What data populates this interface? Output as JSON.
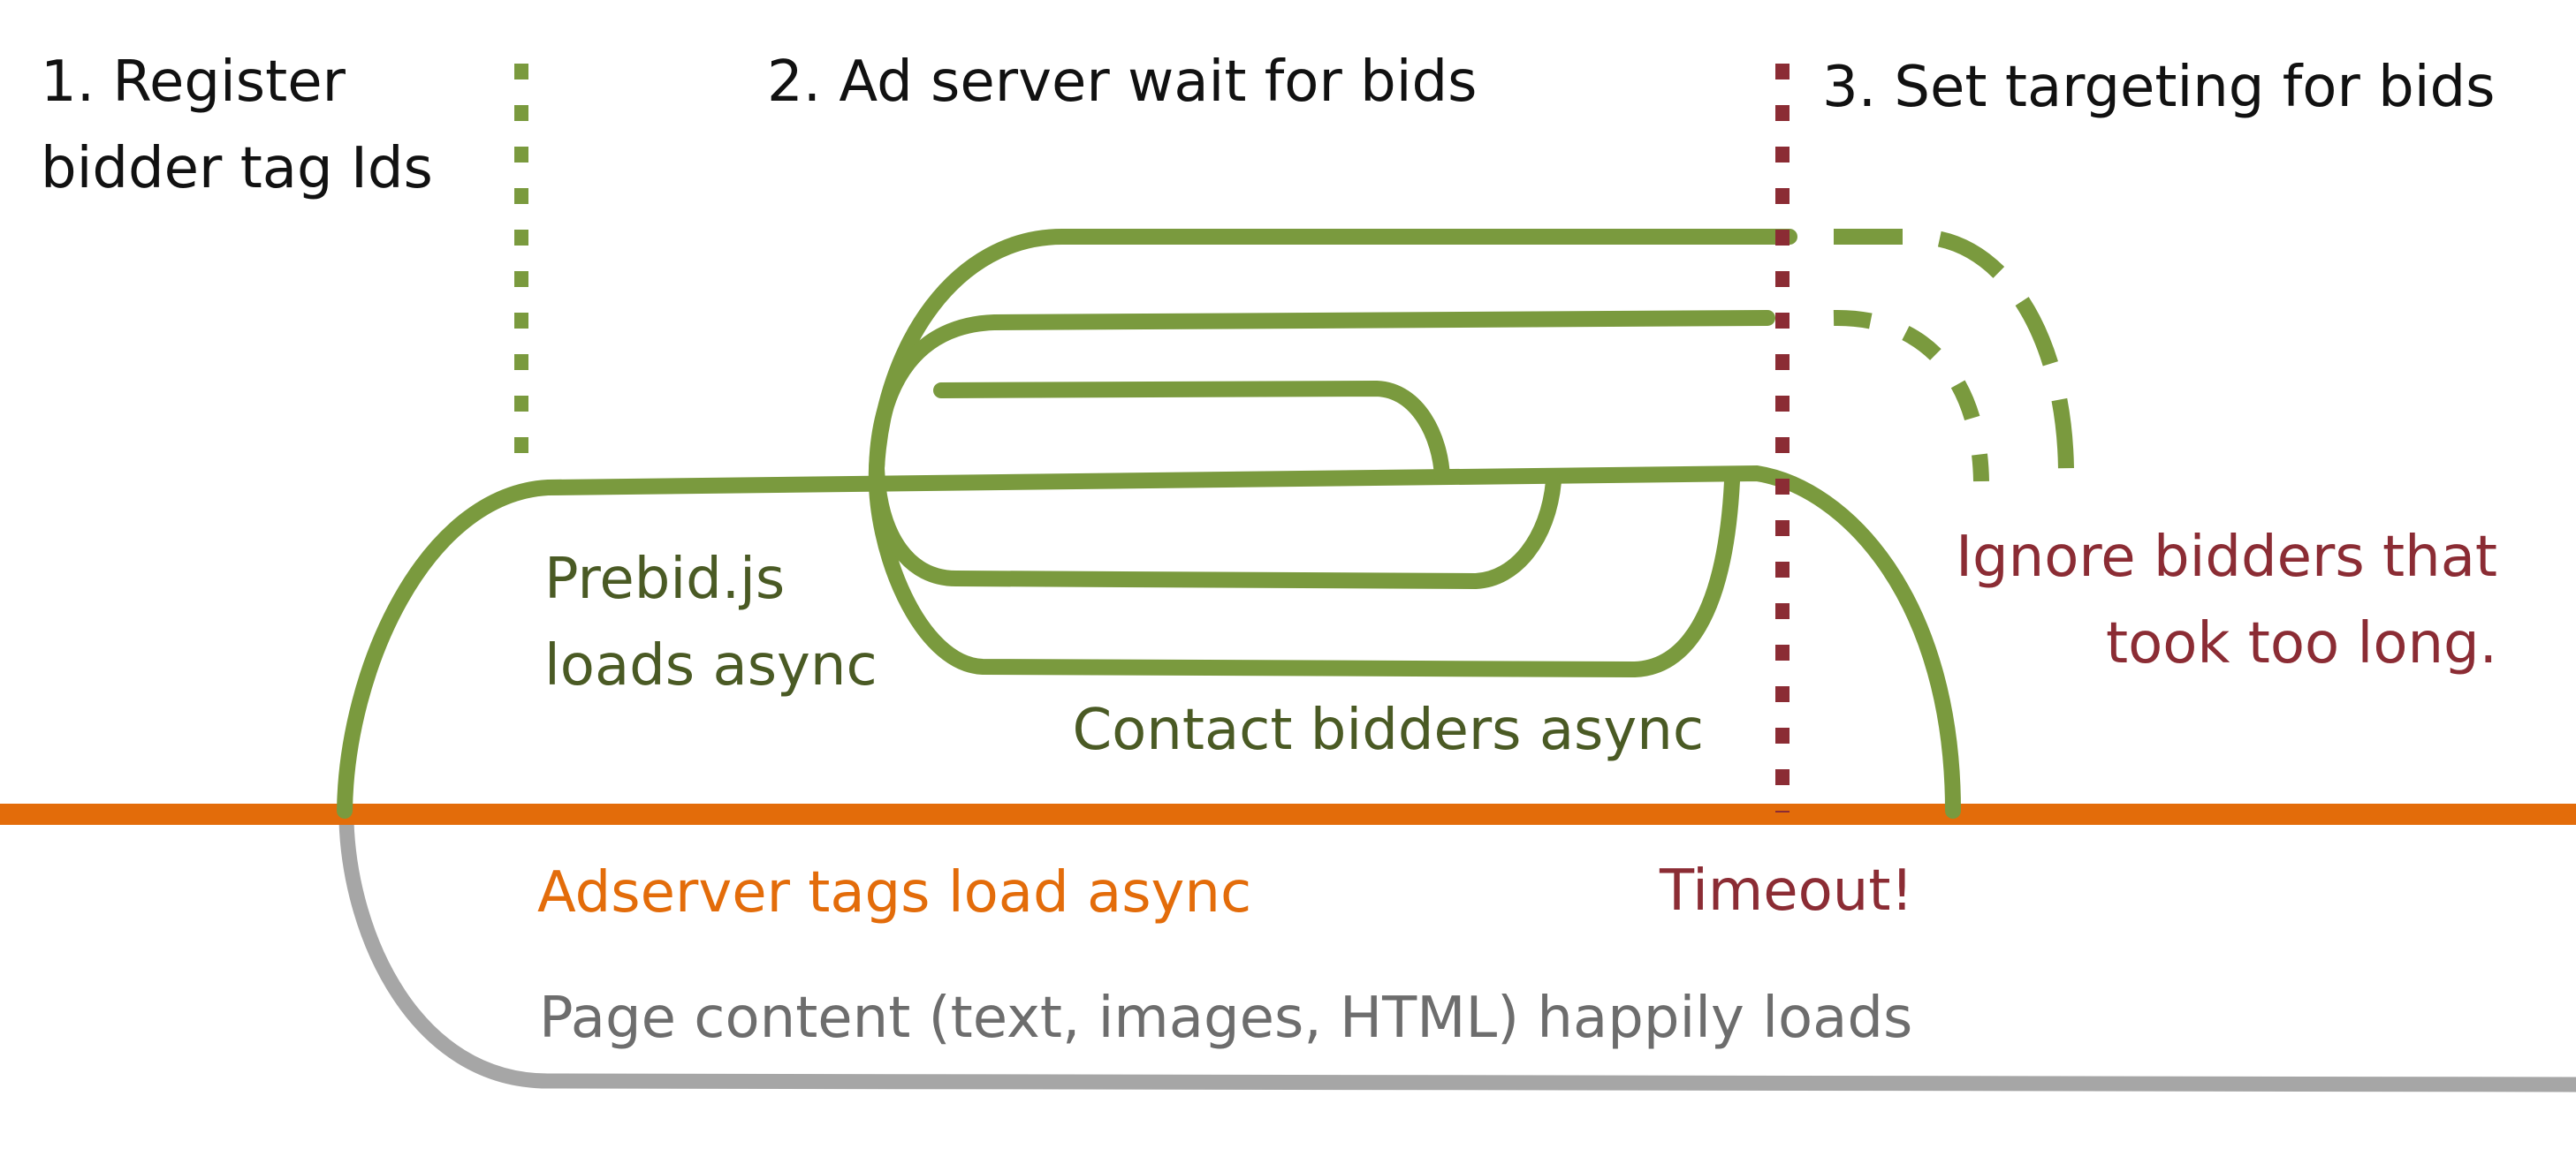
{
  "steps": [
    {
      "label_line1": "1. Register",
      "label_line2": "bidder tag Ids"
    },
    {
      "label": "2. Ad server wait for bids"
    },
    {
      "label": "3. Set targeting for bids"
    }
  ],
  "labels": {
    "prebid_line1": "Prebid.js",
    "prebid_line2": "loads async",
    "contact_bidders": "Contact bidders async",
    "ignore_line1": "Ignore bidders that",
    "ignore_line2": "took too long.",
    "adserver": "Adserver tags load async",
    "timeout": "Timeout!",
    "page_content": "Page content (text, images, HTML) happily loads"
  },
  "colors": {
    "green": "#7a9a3e",
    "dark_green": "#4a5a24",
    "maroon": "#8b2c34",
    "orange": "#e36c0a",
    "gray": "#a6a6a6",
    "text_gray": "#6d6d6d",
    "black": "#111111"
  }
}
